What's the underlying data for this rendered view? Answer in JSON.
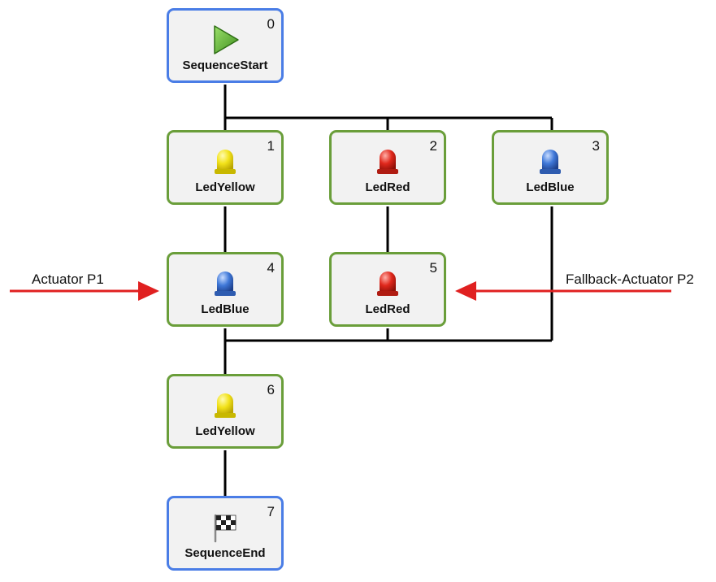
{
  "colors": {
    "start_end_border": "#4a7de6",
    "action_border": "#6a9e3a",
    "node_fill": "#f2f2f2",
    "connector": "#000000",
    "arrow": "#e02020"
  },
  "nodes": [
    {
      "id": "0",
      "label": "SequenceStart",
      "icon": "play-icon",
      "kind": "start"
    },
    {
      "id": "1",
      "label": "LedYellow",
      "icon": "led-yellow-icon",
      "kind": "action"
    },
    {
      "id": "2",
      "label": "LedRed",
      "icon": "led-red-icon",
      "kind": "action"
    },
    {
      "id": "3",
      "label": "LedBlue",
      "icon": "led-blue-icon",
      "kind": "action"
    },
    {
      "id": "4",
      "label": "LedBlue",
      "icon": "led-blue-icon",
      "kind": "action"
    },
    {
      "id": "5",
      "label": "LedRed",
      "icon": "led-red-icon",
      "kind": "action"
    },
    {
      "id": "6",
      "label": "LedYellow",
      "icon": "led-yellow-icon",
      "kind": "action"
    },
    {
      "id": "7",
      "label": "SequenceEnd",
      "icon": "checkered-flag-icon",
      "kind": "end"
    }
  ],
  "annotations": {
    "left_label": "Actuator P1",
    "right_label": "Fallback-Actuator P2"
  }
}
